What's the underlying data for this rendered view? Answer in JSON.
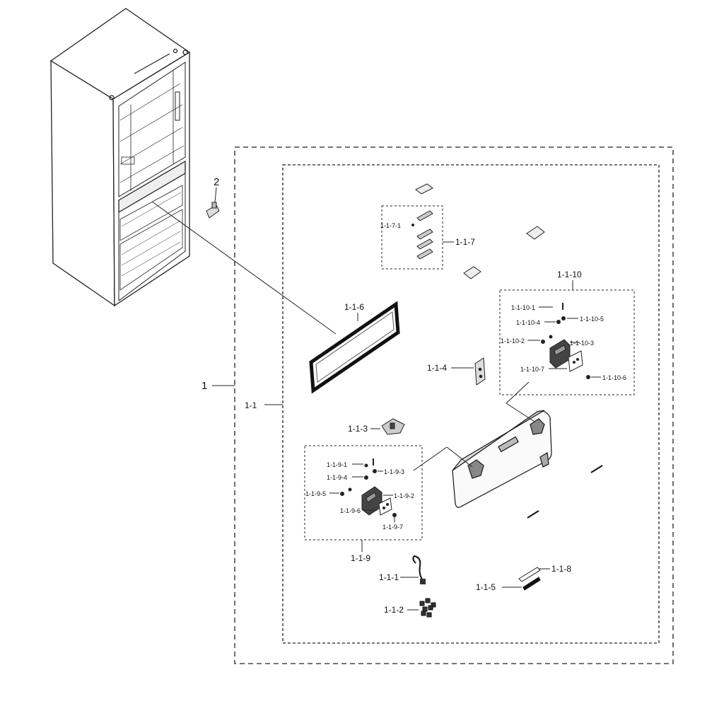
{
  "diagram": {
    "labels": {
      "assembly_1": "1",
      "part_2": "2",
      "subassembly_1_1": "1-1",
      "part_1_1_1": "1-1-1",
      "part_1_1_2": "1-1-2",
      "part_1_1_3": "1-1-3",
      "part_1_1_4": "1-1-4",
      "part_1_1_5": "1-1-5",
      "part_1_1_6": "1-1-6",
      "part_1_1_7": "1-1-7",
      "part_1_1_7_1": "1-1-7-1",
      "part_1_1_8": "1-1-8",
      "part_1_1_9": "1-1-9",
      "part_1_1_9_1": "1-1-9-1",
      "part_1_1_9_2": "1-1-9-2",
      "part_1_1_9_3": "1-1-9-3",
      "part_1_1_9_4": "1-1-9-4",
      "part_1_1_9_5": "1-1-9-5",
      "part_1_1_9_6": "1-1-9-6",
      "part_1_1_9_7": "1-1-9-7",
      "part_1_1_10": "1-1-10",
      "part_1_1_10_1": "1-1-10-1",
      "part_1_1_10_2": "1-1-10-2",
      "part_1_1_10_3": "1-1-10-3",
      "part_1_1_10_4": "1-1-10-4",
      "part_1_1_10_5": "1-1-10-5",
      "part_1_1_10_6": "1-1-10-6",
      "part_1_1_10_7": "1-1-10-7"
    }
  }
}
